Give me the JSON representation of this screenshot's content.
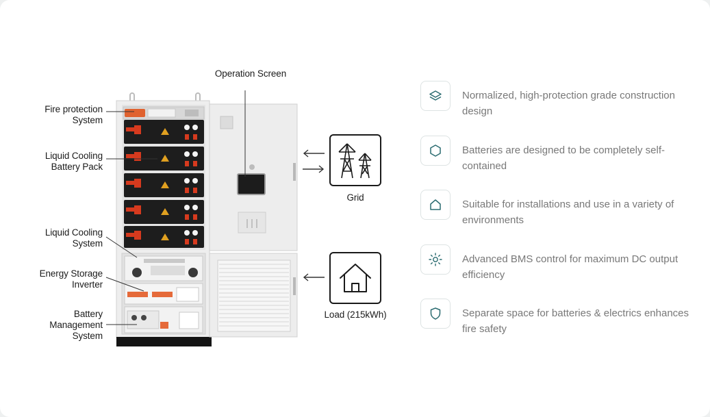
{
  "labels": {
    "operation_screen": "Operation Screen",
    "fire_protection": [
      "Fire protection",
      "System"
    ],
    "liquid_cooling_pack": [
      "Liquid Cooling",
      "Battery Pack"
    ],
    "liquid_cooling_system": [
      "Liquid Cooling",
      "System"
    ],
    "energy_storage_inverter": [
      "Energy Storage",
      "Inverter"
    ],
    "bms": [
      "Battery",
      "Management",
      "System"
    ],
    "grid": "Grid",
    "load": "Load (215kWh)"
  },
  "icons": {
    "grid": "transmission-tower-icon",
    "load": "house-icon"
  },
  "features": [
    {
      "icon": "layers-icon",
      "text": "Normalized, high-protection grade construction design"
    },
    {
      "icon": "hexagon-icon",
      "text": "Batteries are designed to be completely self-contained"
    },
    {
      "icon": "home-icon",
      "text": "Suitable for installations and use in a variety of environments"
    },
    {
      "icon": "sun-icon",
      "text": "Advanced BMS control for maximum DC output efficiency"
    },
    {
      "icon": "shield-icon",
      "text": "Separate space for batteries & electrics enhances fire safety"
    }
  ],
  "colors": {
    "accent": "#2a6b70",
    "text_muted": "#787878",
    "cabinet": "#eaeaea",
    "battery_warning": "#e0a020",
    "battery_red": "#d63a1e"
  }
}
